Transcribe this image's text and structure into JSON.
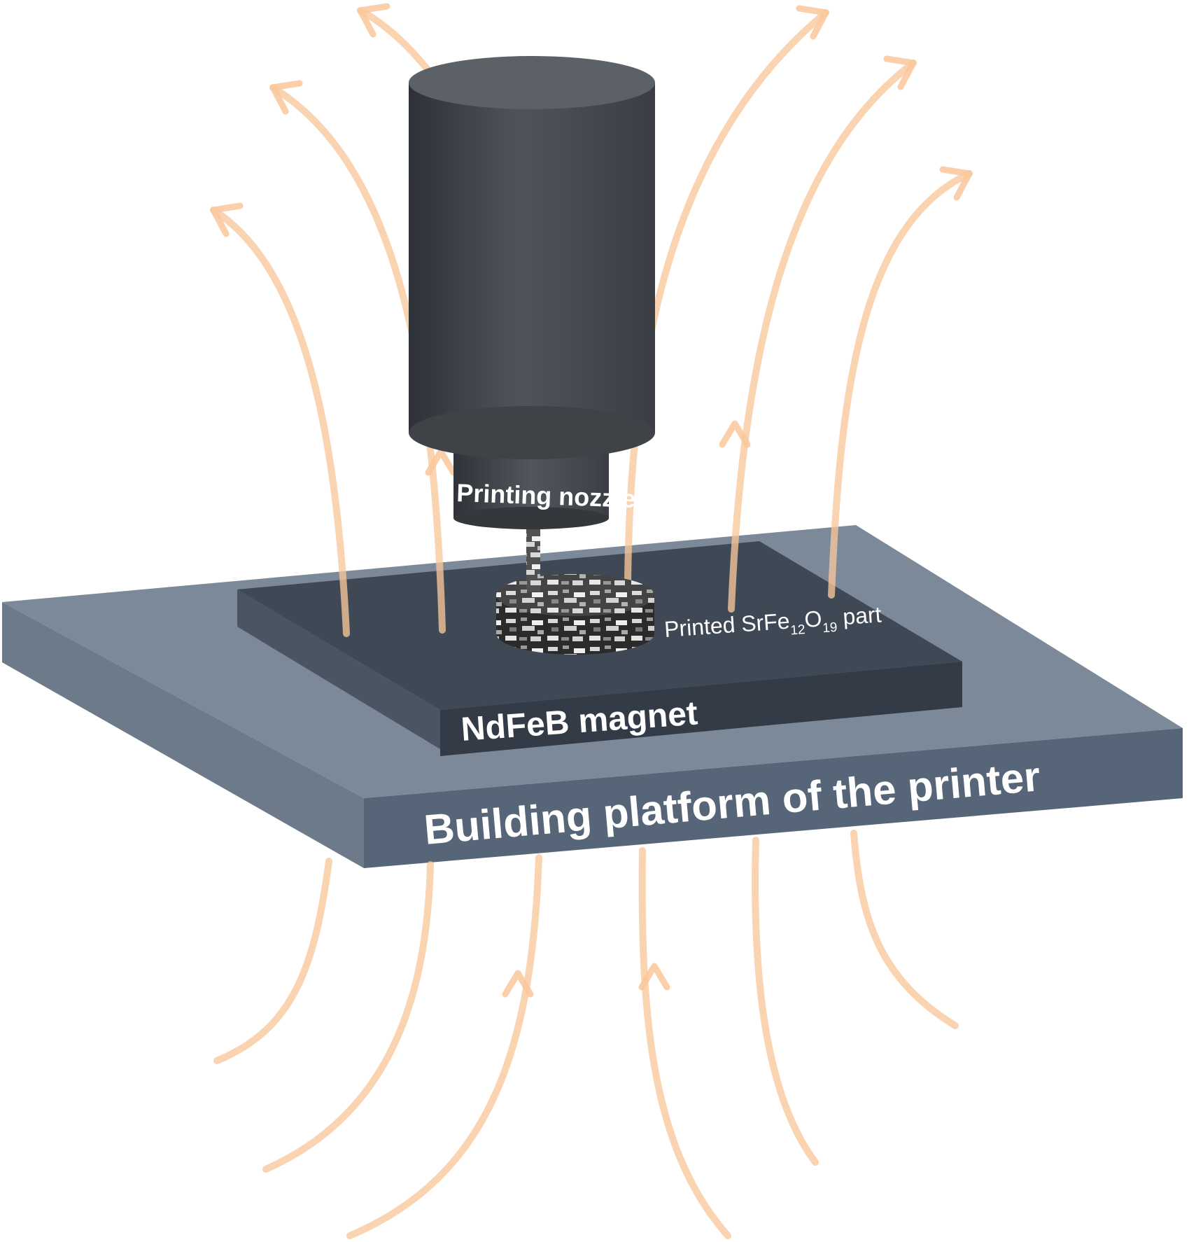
{
  "figure": {
    "labels": {
      "nozzle": "Printing nozzle",
      "part_prefix": "Printed SrFe",
      "part_sub1": "12",
      "part_mid": "O",
      "part_sub2": "19",
      "part_suffix": " part",
      "magnet": "NdFeB magnet",
      "platform": "Building platform of the printer"
    },
    "colors": {
      "field_lines": "#f9c79b",
      "platform_top": "#7b8999",
      "platform_front": "#566577",
      "magnet_top": "#3f4855",
      "magnet_front": "#333b47",
      "nozzle_body": "#4a4f56"
    },
    "icons": {
      "field_line": "magnetic-field-line-arrow",
      "nozzle": "cylinder-nozzle-shape",
      "part": "speckled-disc-part"
    }
  }
}
